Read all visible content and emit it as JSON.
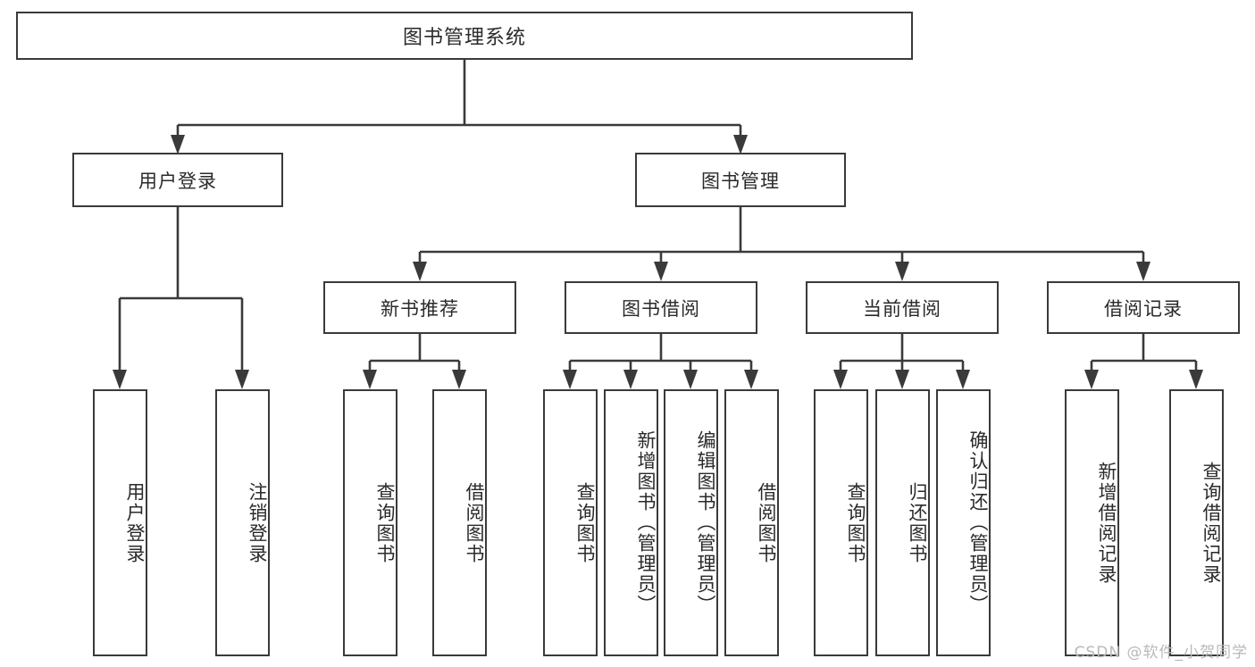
{
  "diagram": {
    "title": "图书管理系统",
    "type": "tree-hierarchy",
    "watermark": "CSDN @软件_小贺同学",
    "colors": {
      "line": "#3a3a3a",
      "box_fill": "#ffffff",
      "text": "#2a2a2a",
      "watermark": "#b9b9b9"
    },
    "root": {
      "label": "图书管理系统"
    },
    "level2": [
      {
        "label": "用户登录"
      },
      {
        "label": "图书管理"
      }
    ],
    "level3": [
      {
        "label": "新书推荐"
      },
      {
        "label": "图书借阅"
      },
      {
        "label": "当前借阅"
      },
      {
        "label": "借阅记录"
      }
    ],
    "leaves": {
      "user_login": [
        {
          "label": "用户登录"
        },
        {
          "label": "注销登录"
        }
      ],
      "new_book": [
        {
          "label": "查询图书"
        },
        {
          "label": "借阅图书"
        }
      ],
      "book_borrow": [
        {
          "label": "查询图书"
        },
        {
          "label": "新增图书（管理员）"
        },
        {
          "label": "编辑图书（管理员）"
        },
        {
          "label": "借阅图书"
        }
      ],
      "current_borrow": [
        {
          "label": "查询图书"
        },
        {
          "label": "归还图书"
        },
        {
          "label": "确认归还（管理员）"
        }
      ],
      "borrow_record": [
        {
          "label": "新增借阅记录"
        },
        {
          "label": "查询借阅记录"
        }
      ]
    }
  }
}
